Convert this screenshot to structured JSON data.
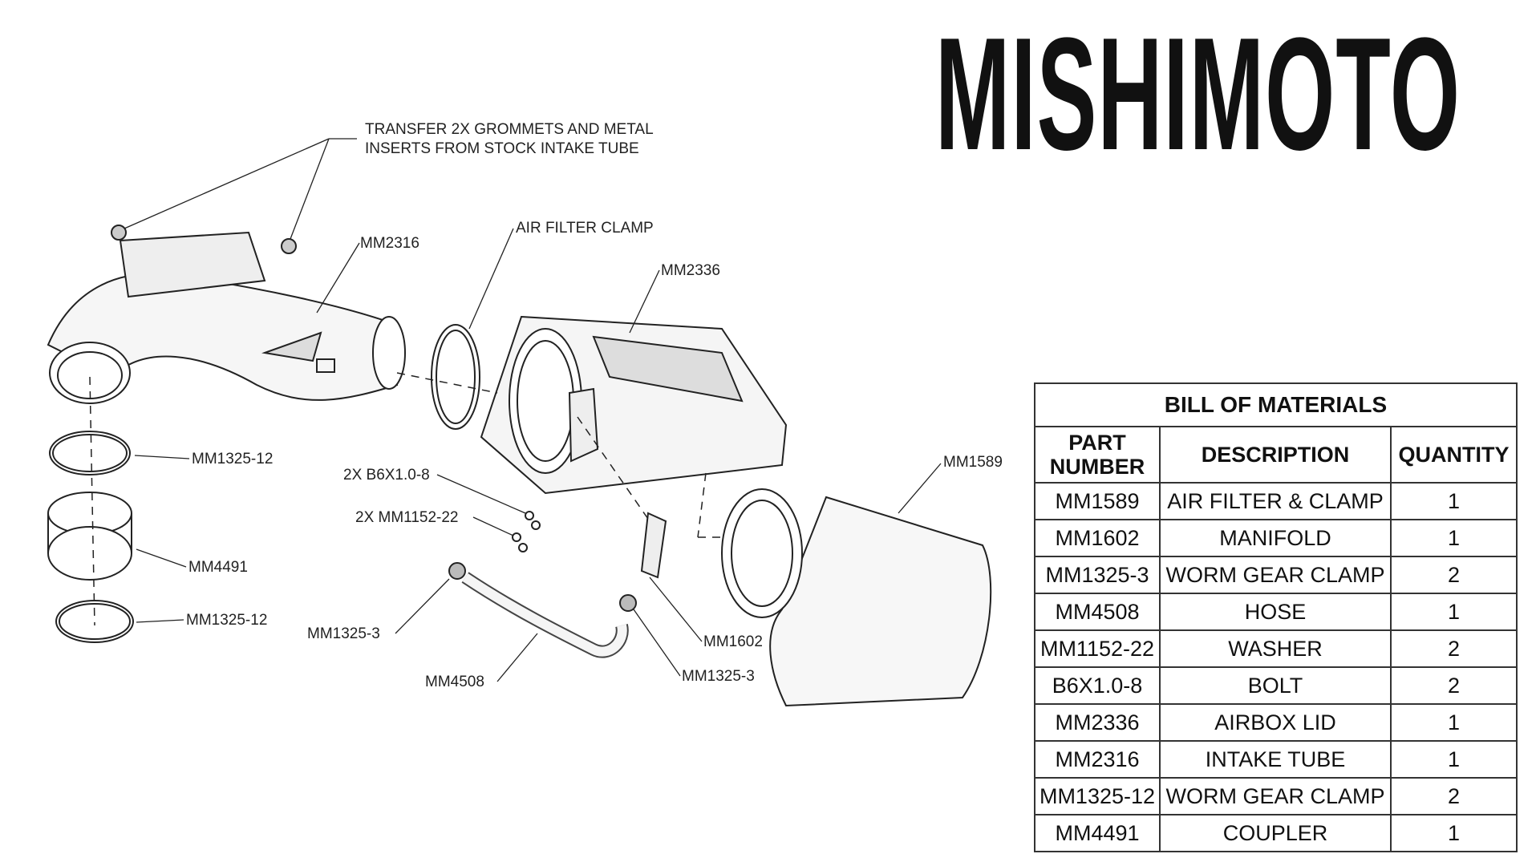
{
  "brand": {
    "logo_text": "MISHIMOTO"
  },
  "callouts": {
    "transfer_line1": "TRANSFER 2X GROMMETS AND METAL",
    "transfer_line2": "INSERTS FROM STOCK INTAKE TUBE",
    "mm2316": "MM2316",
    "air_filter_clamp": "AIR FILTER CLAMP",
    "mm2336": "MM2336",
    "mm1589": "MM1589",
    "mm1325_12_top": "MM1325-12",
    "bolt": "2X B6X1.0-8",
    "washer": "2X MM1152-22",
    "mm4491": "MM4491",
    "mm1325_12_bottom": "MM1325-12",
    "mm1325_3_left": "MM1325-3",
    "mm1602": "MM1602",
    "mm1325_3_right": "MM1325-3",
    "mm4508": "MM4508"
  },
  "bom": {
    "title": "BILL OF MATERIALS",
    "headers": {
      "part_line1": "PART",
      "part_line2": "NUMBER",
      "description": "DESCRIPTION",
      "quantity": "QUANTITY"
    },
    "rows": [
      {
        "part": "MM1589",
        "description": "AIR FILTER & CLAMP",
        "quantity": "1"
      },
      {
        "part": "MM1602",
        "description": "MANIFOLD",
        "quantity": "1"
      },
      {
        "part": "MM1325-3",
        "description": "WORM GEAR CLAMP",
        "quantity": "2"
      },
      {
        "part": "MM4508",
        "description": "HOSE",
        "quantity": "1"
      },
      {
        "part": "MM1152-22",
        "description": "WASHER",
        "quantity": "2"
      },
      {
        "part": "B6X1.0-8",
        "description": "BOLT",
        "quantity": "2"
      },
      {
        "part": "MM2336",
        "description": "AIRBOX LID",
        "quantity": "1"
      },
      {
        "part": "MM2316",
        "description": "INTAKE TUBE",
        "quantity": "1"
      },
      {
        "part": "MM1325-12",
        "description": "WORM GEAR CLAMP",
        "quantity": "2"
      },
      {
        "part": "MM4491",
        "description": "COUPLER",
        "quantity": "1"
      }
    ]
  }
}
